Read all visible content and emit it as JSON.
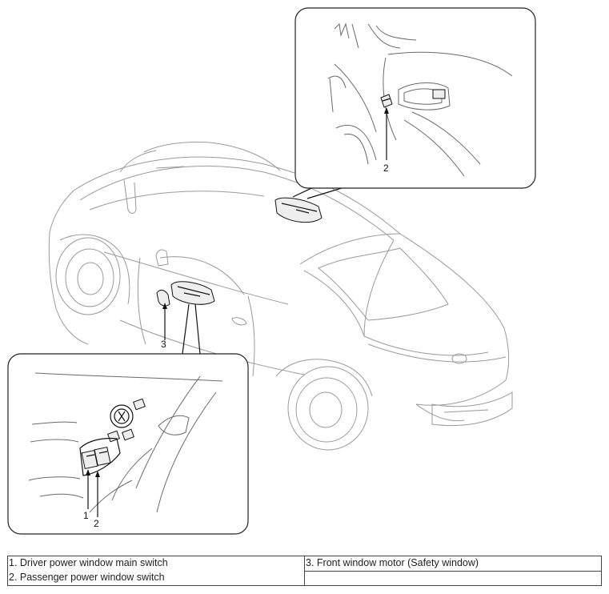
{
  "labels": {
    "callout_top_num": "2",
    "callout_bottom_num_1": "1",
    "callout_bottom_num_2": "2",
    "car_num_3": "3"
  },
  "legend": {
    "items": [
      "1. Driver power window main switch",
      "2. Passenger power window switch",
      "3. Front window motor (Safety window)"
    ]
  },
  "colors": {
    "outline": "#9a9a9a",
    "ink": "#111111",
    "background": "#ffffff"
  }
}
